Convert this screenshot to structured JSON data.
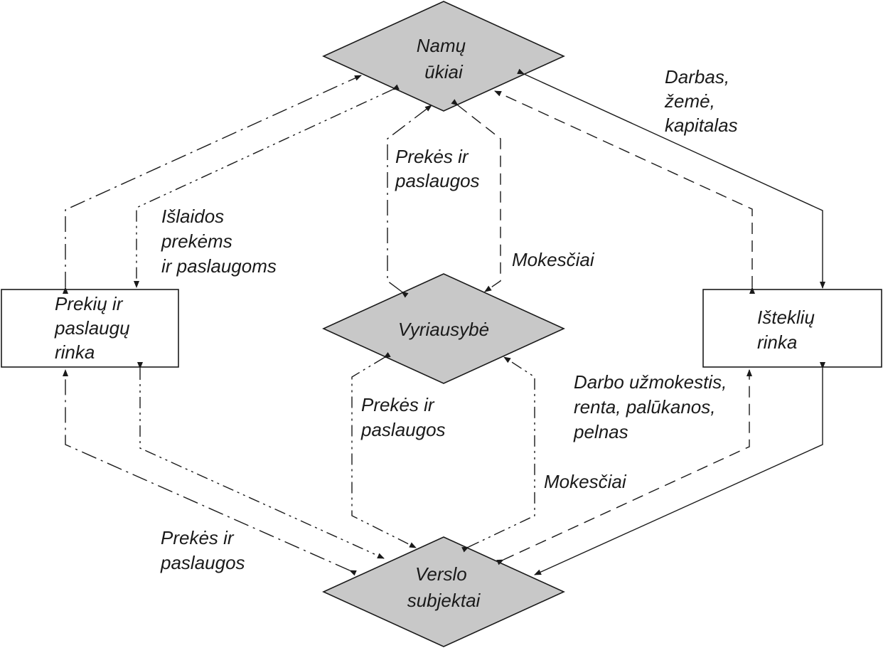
{
  "nodes": {
    "households": {
      "lines": [
        "Namų",
        "ūkiai"
      ]
    },
    "government": {
      "lines": [
        "Vyriausybė"
      ]
    },
    "businesses": {
      "lines": [
        "Verslo",
        "subjektai"
      ]
    },
    "goods_market": {
      "lines": [
        "Prekių ir",
        "paslaugų",
        "rinka"
      ]
    },
    "resource_market": {
      "lines": [
        "Išteklių",
        "rinka"
      ]
    }
  },
  "labels": {
    "labor_land_capital": [
      "Darbas,",
      "žemė,",
      "kapitalas"
    ],
    "gov_goods_to_households": [
      "Prekės ir",
      "paslaugos"
    ],
    "spending": [
      "Išlaidos",
      "prekėms",
      "ir paslaugoms"
    ],
    "taxes_households": [
      "Mokesčiai"
    ],
    "gov_goods_to_business": [
      "Prekės ir",
      "paslaugos"
    ],
    "income": [
      "Darbo užmokestis,",
      "renta, palūkanos,",
      "pelnas"
    ],
    "taxes_business": [
      "Mokesčiai"
    ],
    "business_goods": [
      "Prekės ir",
      "paslaugos"
    ]
  },
  "colors": {
    "diamond_fill": "#c8c8c8",
    "line": "#1a1a1a",
    "box_fill": "#ffffff"
  }
}
